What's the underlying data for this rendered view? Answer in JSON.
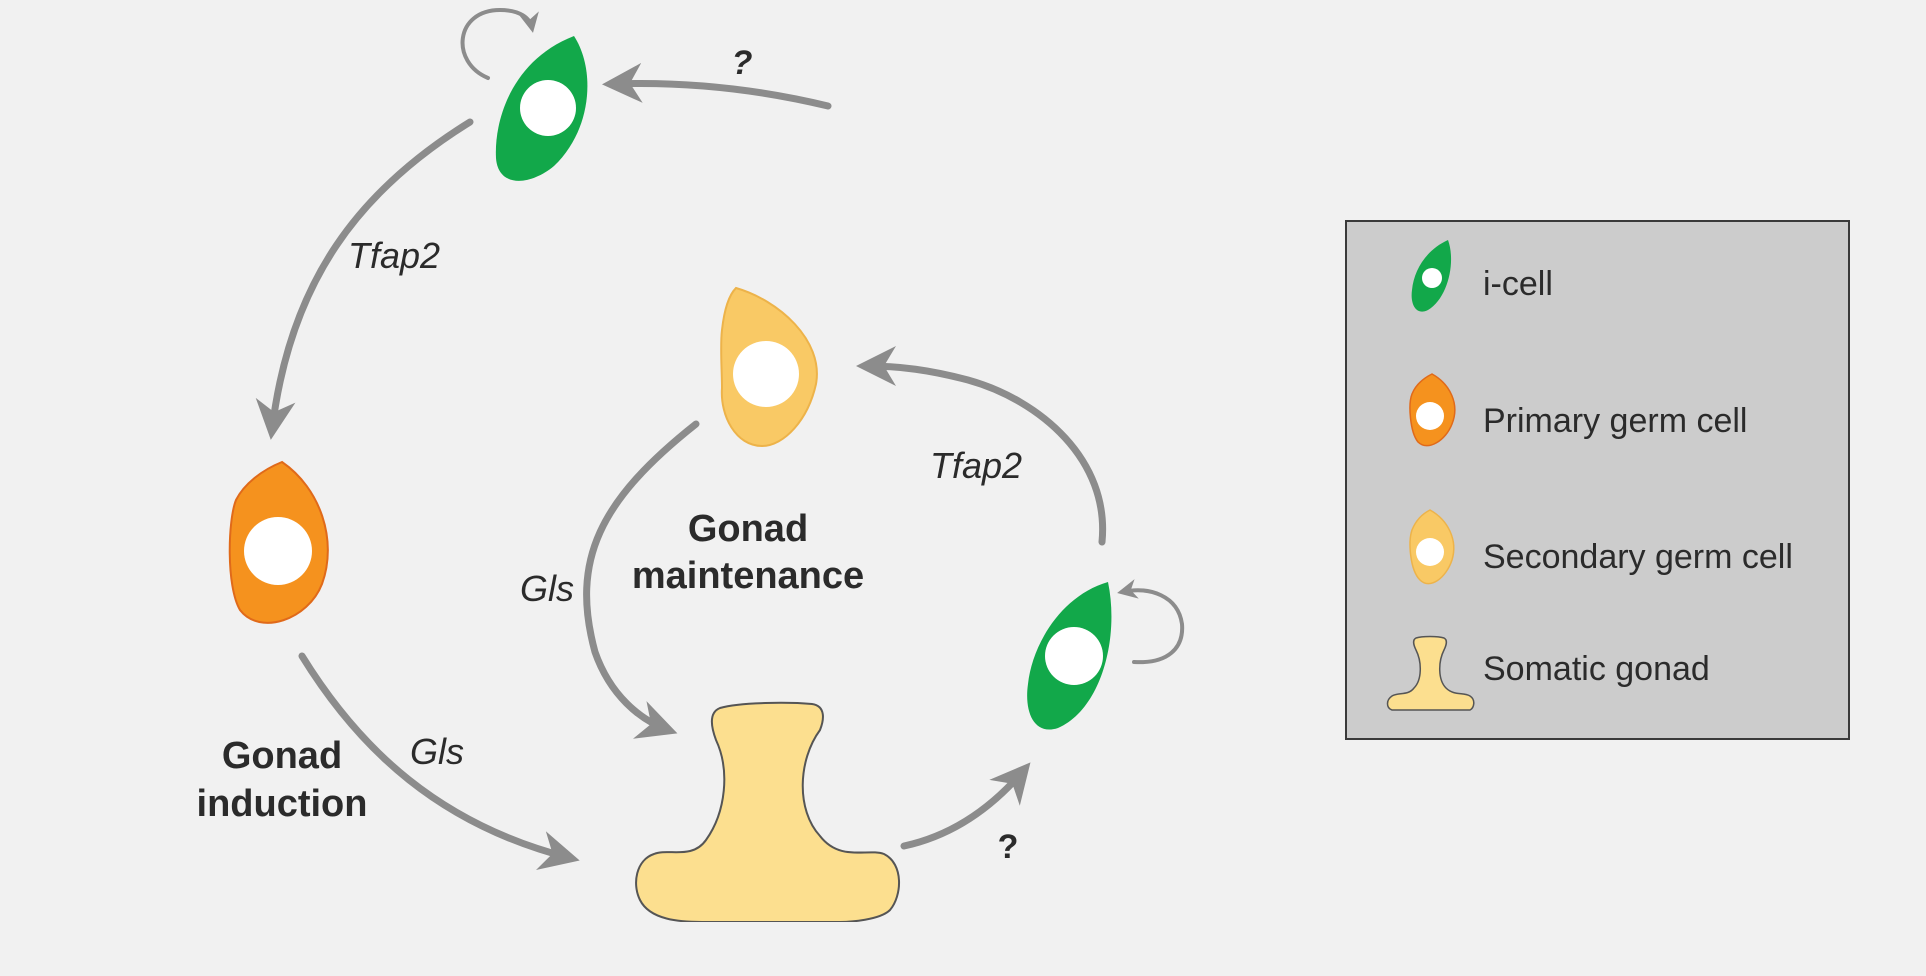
{
  "colors": {
    "background": "#f1f1f1",
    "arrow": "#8c8c8c",
    "i_cell": "#12a84a",
    "primary_germ_cell": "#f5921e",
    "secondary_germ_cell": "#f9c965",
    "somatic_gonad": "#fcdf8f",
    "nucleus": "#ffffff",
    "legend_bg": "#cccccc",
    "legend_border": "#3a3a3a",
    "text": "#2b2b2b"
  },
  "diagram": {
    "labels": {
      "top_question": "?",
      "left_tfap2": "Tfap2",
      "left_gls": "Gls",
      "mid_gls": "Gls",
      "right_tfap2": "Tfap2",
      "bottom_question": "?"
    },
    "process_labels": {
      "gonad_induction_line1": "Gonad",
      "gonad_induction_line2": "induction",
      "gonad_maintenance_line1": "Gonad",
      "gonad_maintenance_line2": "maintenance"
    }
  },
  "legend": {
    "items": [
      {
        "icon": "i-cell-icon",
        "label": "i-cell"
      },
      {
        "icon": "primary-germ-cell-icon",
        "label": "Primary germ cell"
      },
      {
        "icon": "secondary-germ-cell-icon",
        "label": "Secondary germ cell"
      },
      {
        "icon": "somatic-gonad-icon",
        "label": "Somatic gonad"
      }
    ]
  }
}
